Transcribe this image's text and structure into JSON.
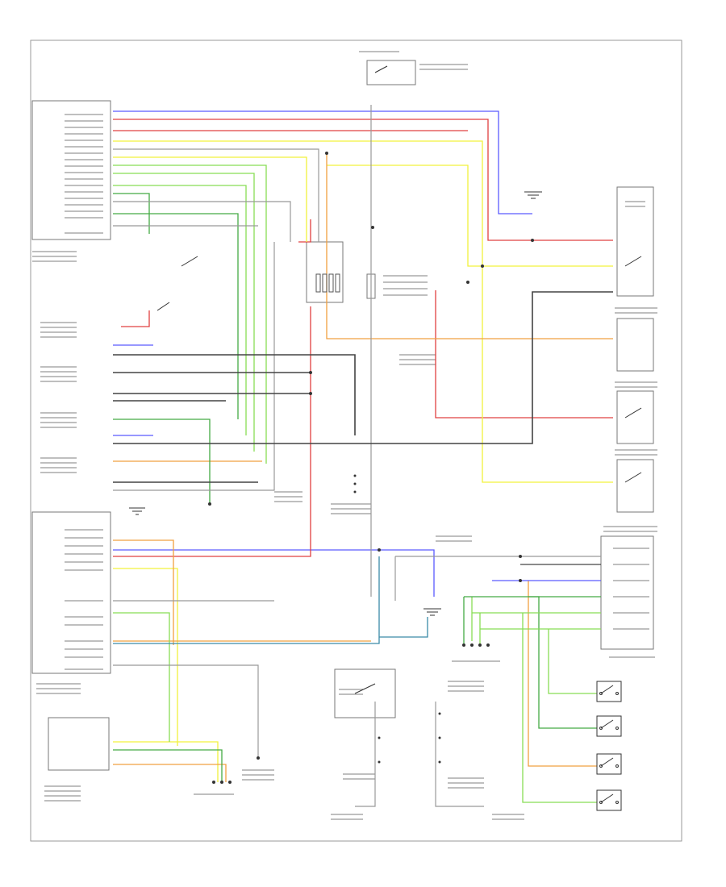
{
  "diagram": {
    "frame_code": "",
    "components": [
      {
        "id": "body-control-module",
        "label": ""
      },
      {
        "id": "power-door-lock-unit",
        "label": ""
      },
      {
        "id": "door-lock-switches",
        "label": ""
      },
      {
        "id": "keyless-receiver",
        "label": ""
      },
      {
        "id": "relay-box",
        "label": ""
      },
      {
        "id": "main-junction",
        "label": ""
      },
      {
        "id": "fuse-panel",
        "label": ""
      },
      {
        "id": "door-lock-actuators",
        "label": ""
      },
      {
        "id": "door-switches",
        "label": ""
      }
    ]
  },
  "colors": {
    "blue": "#5a5aff",
    "red": "#e04040",
    "yellow": "#f2f23c",
    "orange": "#f0a040",
    "green": "#44aa44",
    "lightgreen": "#88dd55",
    "gray": "#888888",
    "black": "#333333",
    "teal": "#3a8aa8"
  }
}
